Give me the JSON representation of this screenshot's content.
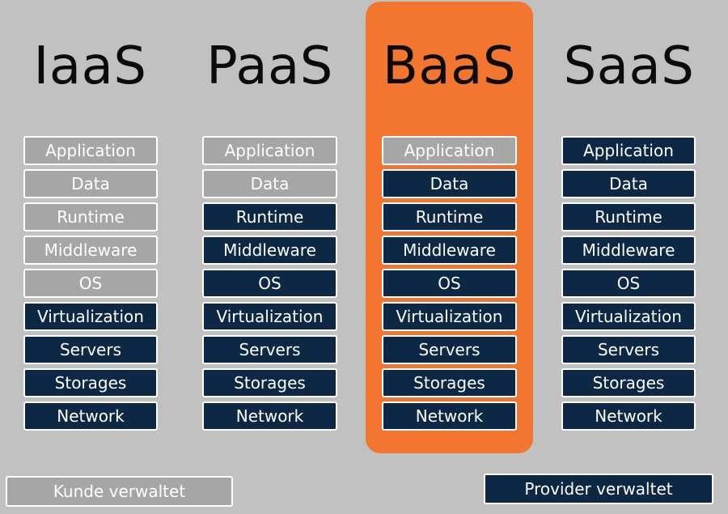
{
  "colors": {
    "background": "#c1c1c1",
    "highlight": "#f2762f",
    "customer_managed": "#a6a6a6",
    "provider_managed": "#0d2844",
    "text_light": "#ffffff",
    "title_text": "#0b0b0b"
  },
  "columns": [
    {
      "title": "IaaS",
      "highlighted": false,
      "layers": [
        {
          "label": "Application",
          "managed_by": "customer"
        },
        {
          "label": "Data",
          "managed_by": "customer"
        },
        {
          "label": "Runtime",
          "managed_by": "customer"
        },
        {
          "label": "Middleware",
          "managed_by": "customer"
        },
        {
          "label": "OS",
          "managed_by": "customer"
        },
        {
          "label": "Virtualization",
          "managed_by": "provider"
        },
        {
          "label": "Servers",
          "managed_by": "provider"
        },
        {
          "label": "Storages",
          "managed_by": "provider"
        },
        {
          "label": "Network",
          "managed_by": "provider"
        }
      ]
    },
    {
      "title": "PaaS",
      "highlighted": false,
      "layers": [
        {
          "label": "Application",
          "managed_by": "customer"
        },
        {
          "label": "Data",
          "managed_by": "customer"
        },
        {
          "label": "Runtime",
          "managed_by": "provider"
        },
        {
          "label": "Middleware",
          "managed_by": "provider"
        },
        {
          "label": "OS",
          "managed_by": "provider"
        },
        {
          "label": "Virtualization",
          "managed_by": "provider"
        },
        {
          "label": "Servers",
          "managed_by": "provider"
        },
        {
          "label": "Storages",
          "managed_by": "provider"
        },
        {
          "label": "Network",
          "managed_by": "provider"
        }
      ]
    },
    {
      "title": "BaaS",
      "highlighted": true,
      "layers": [
        {
          "label": "Application",
          "managed_by": "customer"
        },
        {
          "label": "Data",
          "managed_by": "provider"
        },
        {
          "label": "Runtime",
          "managed_by": "provider"
        },
        {
          "label": "Middleware",
          "managed_by": "provider"
        },
        {
          "label": "OS",
          "managed_by": "provider"
        },
        {
          "label": "Virtualization",
          "managed_by": "provider"
        },
        {
          "label": "Servers",
          "managed_by": "provider"
        },
        {
          "label": "Storages",
          "managed_by": "provider"
        },
        {
          "label": "Network",
          "managed_by": "provider"
        }
      ]
    },
    {
      "title": "SaaS",
      "highlighted": false,
      "layers": [
        {
          "label": "Application",
          "managed_by": "provider"
        },
        {
          "label": "Data",
          "managed_by": "provider"
        },
        {
          "label": "Runtime",
          "managed_by": "provider"
        },
        {
          "label": "Middleware",
          "managed_by": "provider"
        },
        {
          "label": "OS",
          "managed_by": "provider"
        },
        {
          "label": "Virtualization",
          "managed_by": "provider"
        },
        {
          "label": "Servers",
          "managed_by": "provider"
        },
        {
          "label": "Storages",
          "managed_by": "provider"
        },
        {
          "label": "Network",
          "managed_by": "provider"
        }
      ]
    }
  ],
  "legend": {
    "customer_label": "Kunde verwaltet",
    "provider_label": "Provider verwaltet"
  }
}
